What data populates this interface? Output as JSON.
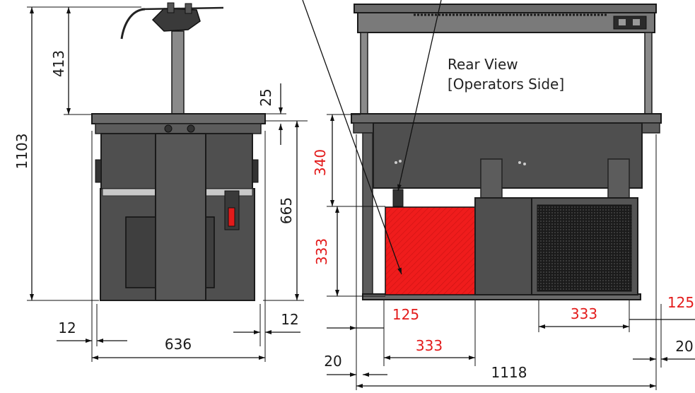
{
  "view_label": {
    "line1": "Rear View",
    "line2": "[Operators Side]"
  },
  "left_view_dimensions": {
    "total_height": "1103",
    "tower_height": "413",
    "top_thickness": "25",
    "body_height": "665",
    "side_offset_left": "12",
    "side_offset_right": "12",
    "width": "636"
  },
  "rear_view_dimensions": {
    "well_depth": "340",
    "tank_height": "333",
    "tank_offset": "125",
    "tank_width": "333",
    "fridge_width": "333",
    "fridge_offset": "125",
    "edge_left": "20",
    "edge_right": "20",
    "overall_width": "1118"
  },
  "colors": {
    "highlight": "#e31b1b",
    "body": "#4f4f4f",
    "dimension_text": "#1a1a1a"
  }
}
